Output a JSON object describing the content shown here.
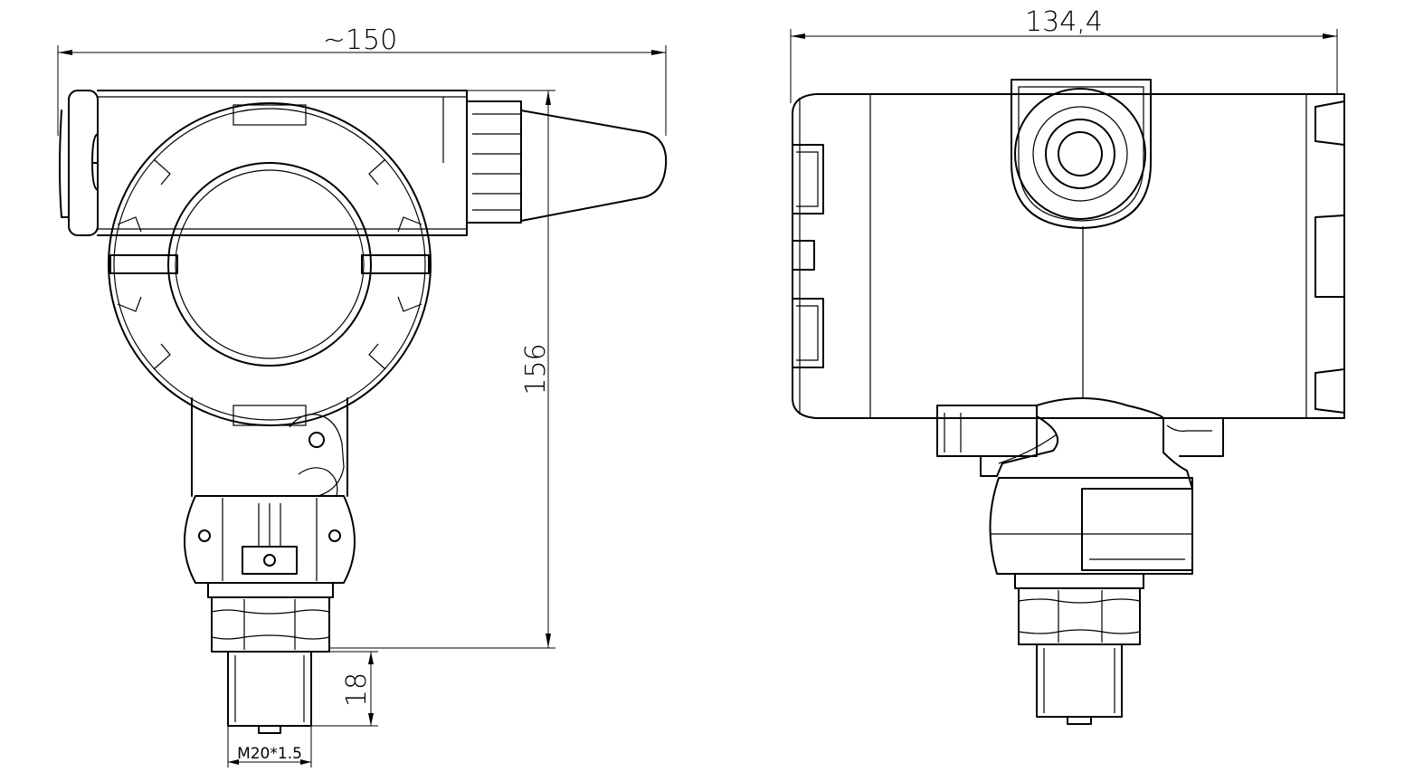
{
  "dimensions": {
    "front_width": "~150",
    "front_height": "156",
    "fitting_length": "18",
    "thread": "M20*1.5",
    "side_width": "134,4"
  }
}
